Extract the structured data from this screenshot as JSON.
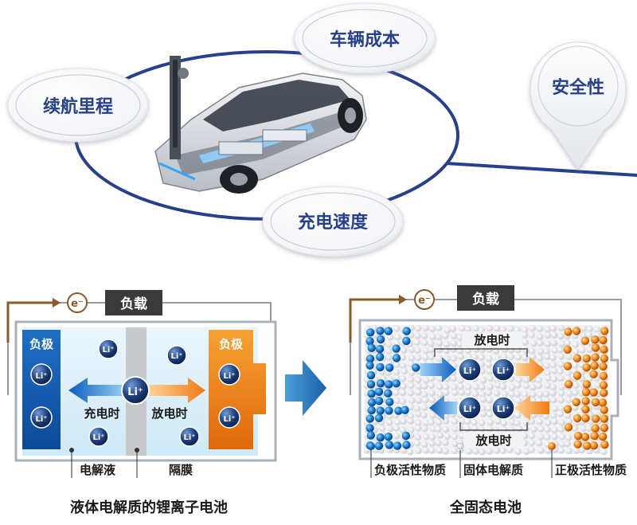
{
  "top": {
    "bubbles": {
      "range": "续航里程",
      "cost": "车辆成本",
      "charging": "充电速度",
      "safety": "安全性"
    }
  },
  "liquid": {
    "electron": "e⁻",
    "load": "负载",
    "anode": "负极",
    "cathode": "负极",
    "ion": "Li⁺",
    "charge": "充电时",
    "discharge": "放电时",
    "electrolyte": "电解液",
    "separator": "隔膜",
    "caption": "液体电解质的锂离子电池"
  },
  "solid": {
    "electron": "e⁻",
    "load": "负载",
    "ion": "Li⁺",
    "discharge_top": "放电时",
    "discharge_bottom": "放电时",
    "anode_material": "负极活性物质",
    "solid_electrolyte": "固体电解质",
    "cathode_material": "正极活性物质",
    "caption": "全固态电池"
  },
  "colors": {
    "navy": "#27408b",
    "blue": "#1f5fae",
    "orange": "#ef7d12",
    "wire": "#8a5a2b"
  }
}
